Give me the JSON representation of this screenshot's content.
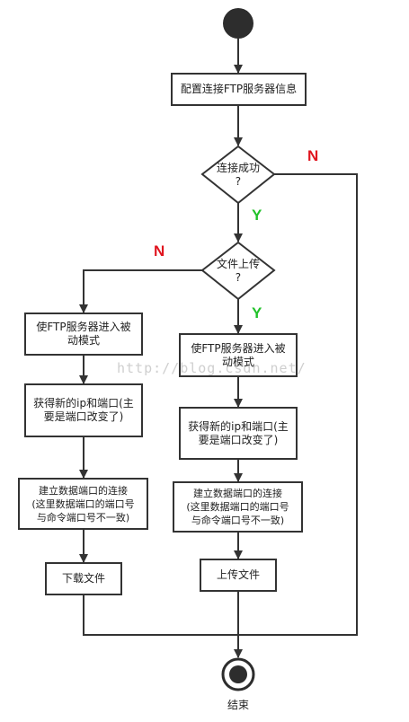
{
  "nodes": {
    "config": "配置连接FTP服务器信息",
    "connected": "连接成功\n?",
    "upload": "文件上传\n?",
    "left_passive": "使FTP服务器进入被\n动模式",
    "left_getport": "获得新的ip和端口(主\n要是端口改变了)",
    "left_connect": "建立数据端口的连接\n(这里数据端口的端口号\n与命令端口号不一致)",
    "left_download": "下载文件",
    "right_passive": "使FTP服务器进入被\n动模式",
    "right_getport": "获得新的ip和端口(主\n要是端口改变了)",
    "right_connect": "建立数据端口的连接\n(这里数据端口的端口号\n与命令端口号不一致)",
    "right_upload": "上传文件",
    "end": "结束"
  },
  "branches": {
    "connected_yes": "Y",
    "connected_no": "N",
    "upload_yes": "Y",
    "upload_no": "N"
  },
  "watermark": "http://blog.csdn.net/",
  "colors": {
    "yes": "#22c22b",
    "no": "#e0141e",
    "line": "#333333"
  }
}
